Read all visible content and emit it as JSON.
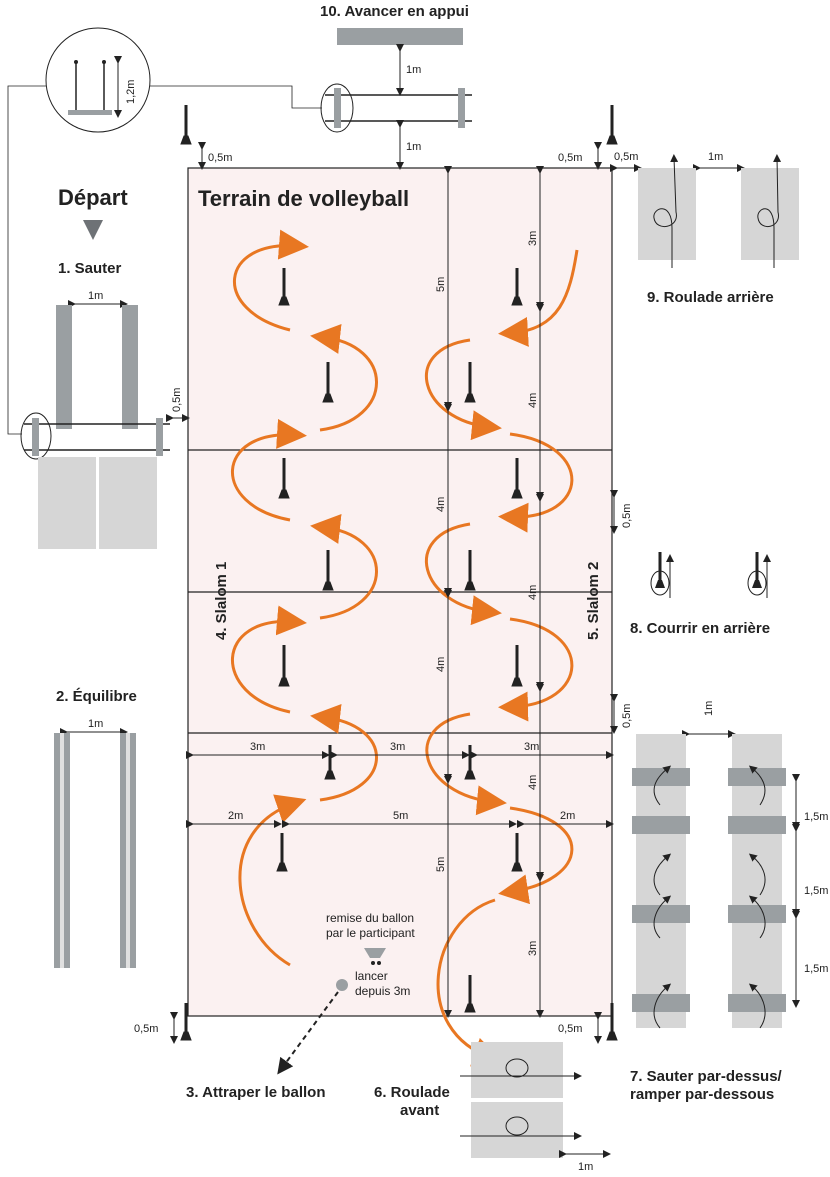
{
  "court": {
    "title": "Terrain de volleyball"
  },
  "start": {
    "label": "Départ"
  },
  "stations": {
    "s1": "1. Sauter",
    "s2": "2. Équilibre",
    "s3": "3. Attraper le ballon",
    "s4": "4. Slalom 1",
    "s5": "5. Slalom 2",
    "s6_line1": "6. Roulade",
    "s6_line2": "avant",
    "s7_line1": "7. Sauter par-dessus/",
    "s7_line2": "ramper par-dessous",
    "s8": "8. Courrir en arrière",
    "s9": "9. Roulade arrière",
    "s10": "10. Avancer en appui"
  },
  "ball": {
    "line1": "remise du ballon",
    "line2": "par le participant",
    "line3": "lancer",
    "line4": "depuis 3m"
  },
  "dims": {
    "m1": "1m",
    "m0_5": "0,5m",
    "m1_2": "1,2m",
    "m1_5": "1,5m",
    "m2": "2m",
    "m3": "3m",
    "m4": "4m",
    "m5": "5m"
  },
  "colors": {
    "court_fill": "#fbf1f1",
    "orange": "#e87722",
    "gray_dark": "#9a9fa2",
    "gray_light": "#d6d6d6",
    "line": "#222222"
  }
}
